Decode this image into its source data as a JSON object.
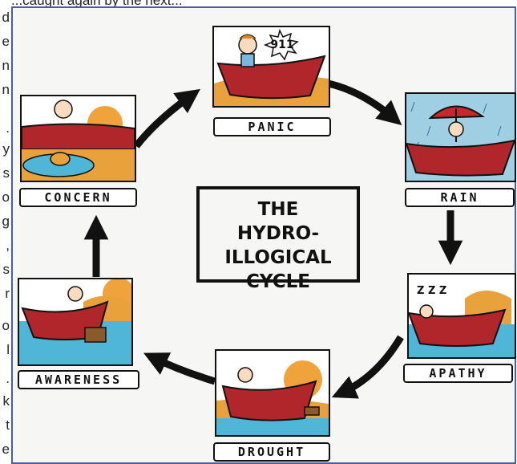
{
  "top_fragment": "...caught again by the next...",
  "left_fragments": [
    "d",
    "e",
    "n",
    "n",
    "",
    ".",
    "y",
    "s",
    "o",
    "g",
    ",",
    "s",
    "r",
    "o",
    "l",
    ".",
    "k",
    "t",
    "e"
  ],
  "title_lines": [
    "THE",
    "HYDRO-ILLOGICAL",
    "CYCLE"
  ],
  "stages": {
    "panic": "PANIC",
    "rain": "RAIN",
    "apathy": "APATHY",
    "drought": "DROUGHT",
    "awareness": "AWARENESS",
    "concern": "CONCERN"
  },
  "panic_sign": "911",
  "apathy_zzz": "Z Z Z",
  "colors": {
    "frame_border": "#4b5da7",
    "boat": "#b0262a",
    "water": "#4fb6d8",
    "sand": "#e9a13b",
    "sun": "#f1a33b",
    "arrow": "#111111"
  }
}
